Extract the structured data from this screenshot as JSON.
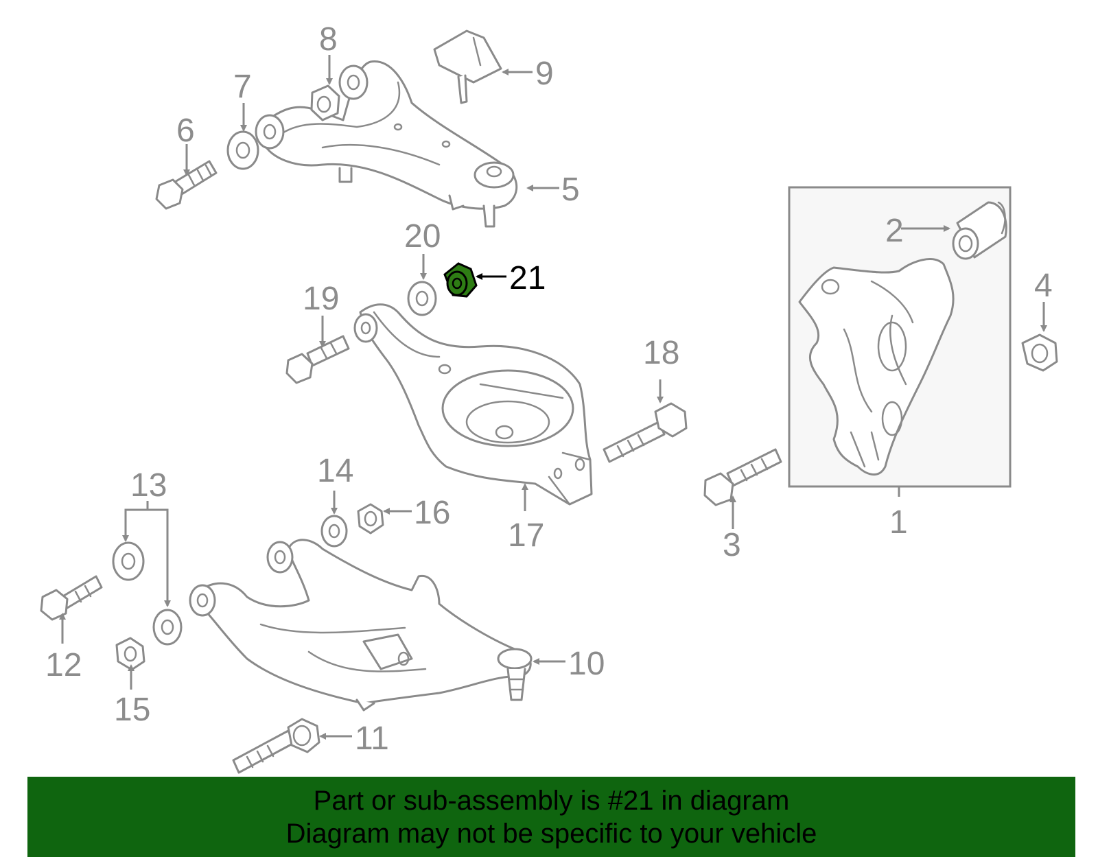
{
  "diagram": {
    "callouts": [
      "1",
      "2",
      "3",
      "4",
      "5",
      "6",
      "7",
      "8",
      "9",
      "10",
      "11",
      "12",
      "13",
      "14",
      "15",
      "16",
      "17",
      "18",
      "19",
      "20",
      "21"
    ],
    "highlighted_part": "21",
    "highlight_color": "#2e7d14"
  },
  "banner": {
    "line1": "Part or sub-assembly is #21 in diagram",
    "line2": "Diagram may not be specific to your vehicle",
    "background": "#0f650f"
  }
}
